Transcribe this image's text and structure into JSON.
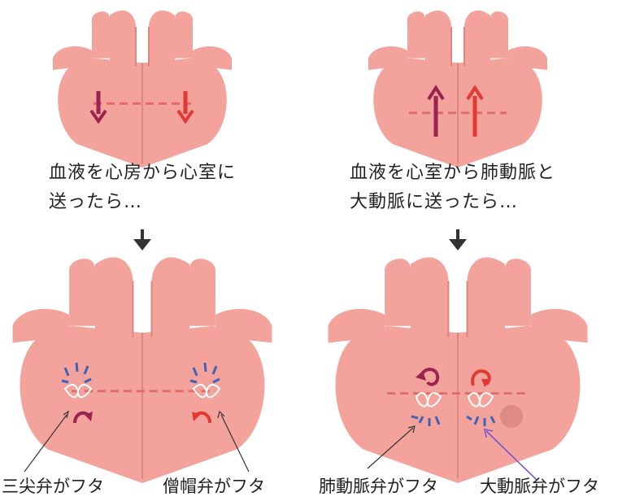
{
  "captions": {
    "left_line1": "血液を心房から心室に",
    "left_line2": "送ったら…",
    "right_line1": "血液を心室から肺動脈と",
    "right_line2": "大動脈に送ったら…"
  },
  "labels": {
    "tricuspid": "三尖弁がフタ",
    "mitral": "僧帽弁がフタ",
    "pulmonary": "肺動脈弁がフタ",
    "aortic": "大動脈弁がフタ"
  },
  "colors": {
    "heart": "#f3a39c",
    "heart_line": "#e58f88",
    "vessel_divider": "#d9877f",
    "arrow_left_purple": "#9b2350",
    "arrow_red": "#e23a33",
    "valve_burst": "#3f63b8",
    "step_arrow": "#333333",
    "pointer_purple": "#7b56c9"
  },
  "icons": [
    "down-arrow-icon",
    "up-arrow-icon",
    "curved-arrow-icon",
    "valve-close-burst-icon",
    "step-down-arrow-icon"
  ]
}
